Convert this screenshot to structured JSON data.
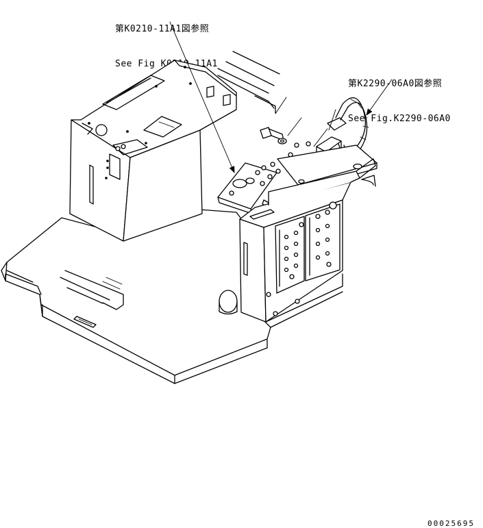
{
  "callouts": [
    {
      "line1": "第K0210-11A1図参照",
      "line2": "See Fig K0210-11A1"
    },
    {
      "line1": "第K2290-06A0図参照",
      "line2": "See Fig.K2290-06A0"
    }
  ],
  "drawing_number": "00025695",
  "colors": {
    "line": "#000000",
    "background": "#ffffff"
  }
}
